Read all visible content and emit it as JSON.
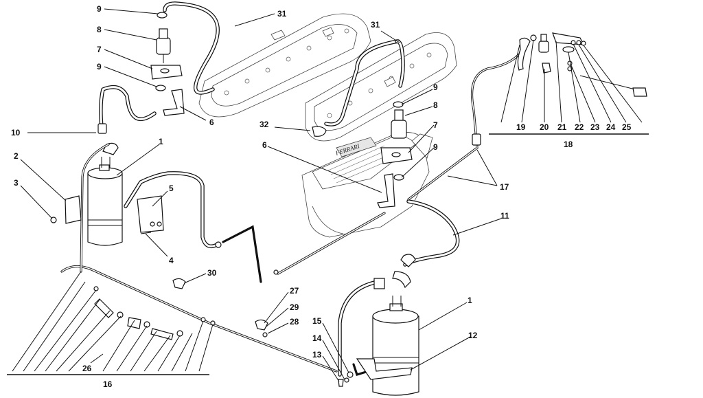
{
  "labels": {
    "l1a": "1",
    "l1b": "1",
    "l2": "2",
    "l3": "3",
    "l4": "4",
    "l5": "5",
    "l6a": "6",
    "l6b": "6",
    "l7a": "7",
    "l7b": "7",
    "l8a": "8",
    "l8b": "8",
    "l9a": "9",
    "l9b": "9",
    "l9c": "9",
    "l9d": "9",
    "l10": "10",
    "l11": "11",
    "l12": "12",
    "l13": "13",
    "l14": "14",
    "l15": "15",
    "l16": "16",
    "l17": "17",
    "l18": "18",
    "l19": "19",
    "l20": "20",
    "l21": "21",
    "l22": "22",
    "l23": "23",
    "l24": "24",
    "l25": "25",
    "l26": "26",
    "l27": "27",
    "l28": "28",
    "l29": "29",
    "l30": "30",
    "l31a": "31",
    "l31b": "31",
    "l32": "32"
  },
  "logo_text": "FERRARI"
}
